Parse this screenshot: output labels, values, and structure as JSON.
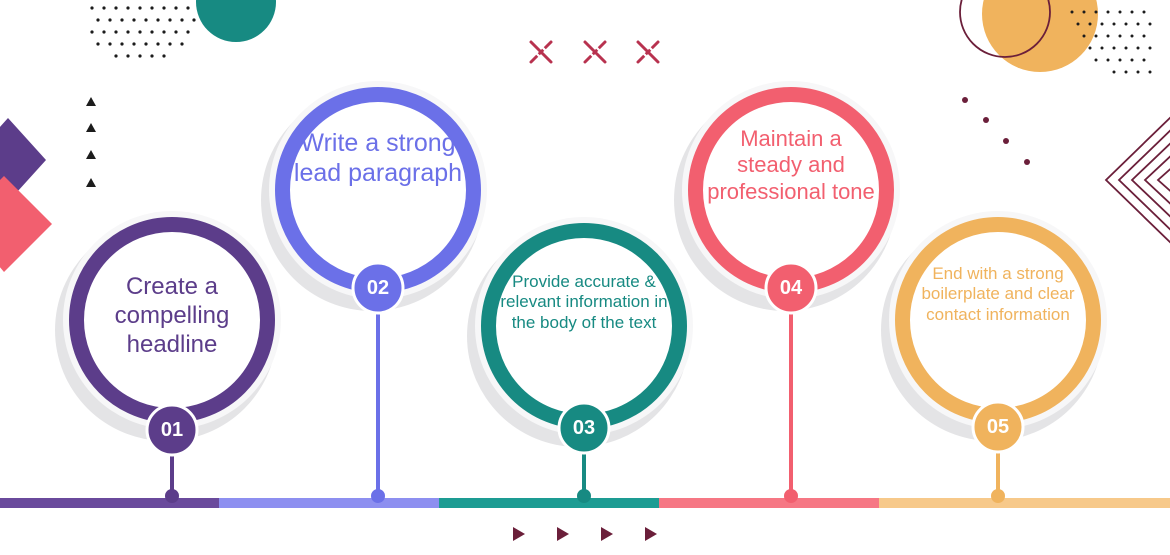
{
  "steps": [
    {
      "number": "01",
      "text": "Create a compelling headline",
      "color": "#5c3d8a",
      "bar_color": "#6a4a9c"
    },
    {
      "number": "02",
      "text": "Write a strong lead paragraph",
      "color": "#6b70e8",
      "bar_color": "#8d8ff0"
    },
    {
      "number": "03",
      "text": "Provide accurate & relevant information in the body of the text",
      "color": "#178a82",
      "bar_color": "#1d9c93"
    },
    {
      "number": "04",
      "text": "Maintain a steady and professional tone",
      "color": "#f25f6f",
      "bar_color": "#f67784"
    },
    {
      "number": "05",
      "text": "End with a strong boilerplate and clear contact information",
      "color": "#f0b35d",
      "bar_color": "#f7c98a"
    }
  ],
  "decor": {
    "cross_color": "#b8324f",
    "arrow_color": "#6b1f3a",
    "dark_accent": "#6b1f3a",
    "teal_accent": "#178a82",
    "gold_accent": "#f0b35d"
  }
}
